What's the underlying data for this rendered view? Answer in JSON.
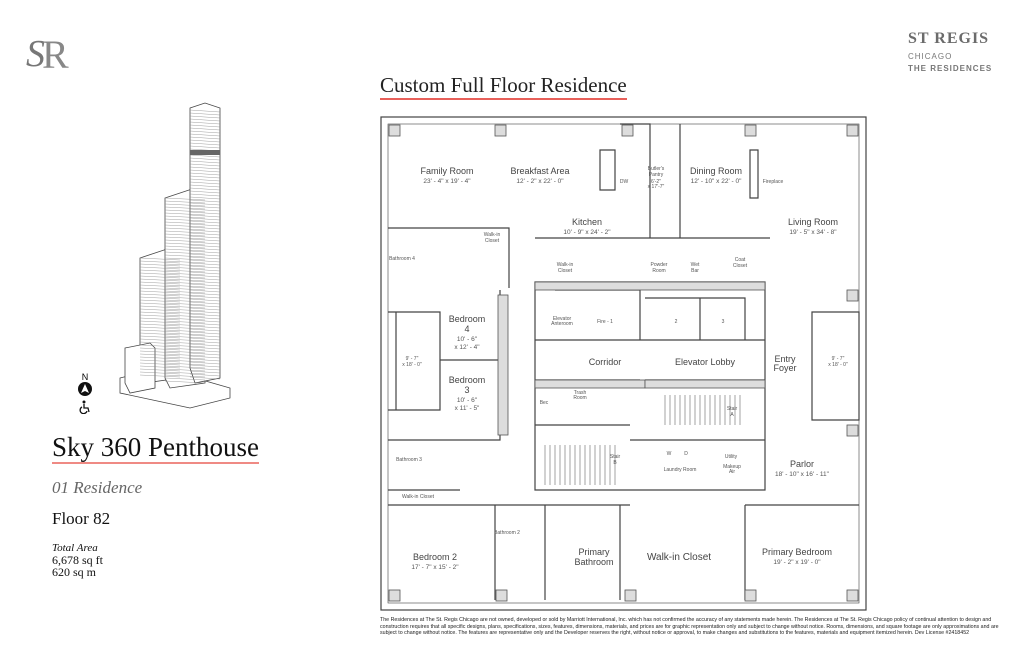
{
  "logo": {
    "monogram": "SR"
  },
  "brand": {
    "name": "ST REGIS",
    "city": "CHICAGO",
    "sub": "THE RESIDENCES"
  },
  "plan_title": "Custom Full Floor Residence",
  "unit": {
    "title": "Sky 360 Penthouse",
    "residence": "01 Residence",
    "floor": "Floor 82",
    "area_label": "Total Area",
    "area_sqft": "6,678 sq ft",
    "area_sqm": "620 sq m"
  },
  "compass": {
    "north": "N",
    "icon": "north-arrow-icon",
    "accessibility_icon": "wheelchair-icon"
  },
  "accent_color": "#e8605a",
  "rooms": {
    "family_room": {
      "name": "Family Room",
      "dims": "23' - 4\" x 19' - 4\""
    },
    "breakfast_area": {
      "name": "Breakfast Area",
      "dims": "12' - 2\" x 22' - 0\""
    },
    "butlers_pantry": {
      "name1": "Butler's",
      "name2": "Pantry",
      "dims1": "6'-2\"",
      "dims2": "x 17'-7\""
    },
    "dining_room": {
      "name": "Dining Room",
      "dims": "12' - 10\" x 22' - 0\""
    },
    "fireplace": "Fireplace",
    "dw": "DW",
    "kitchen": {
      "name": "Kitchen",
      "dims": "10' - 9\" x 24' - 2\""
    },
    "living_room": {
      "name": "Living Room",
      "dims": "19' - 5\" x 34' - 8\""
    },
    "walkin_bed4": {
      "l1": "Walk-in",
      "l2": "Closet"
    },
    "bathroom4": "Bathroom 4",
    "walkin_kitchen": {
      "l1": "Walk-in",
      "l2": "Closet"
    },
    "powder_room": {
      "l1": "Powder",
      "l2": "Room"
    },
    "wet_bar": {
      "l1": "Wet",
      "l2": "Bar"
    },
    "coat_closet": {
      "l1": "Coat",
      "l2": "Closet"
    },
    "bedroom4": {
      "l1": "Bedroom",
      "l2": "4",
      "d1": "10' - 6\"",
      "d2": "x 12' - 4\""
    },
    "elevator_anteroom": {
      "l1": "Elevator",
      "l2": "Anteroom"
    },
    "elevators": [
      "Fire - 1",
      "2",
      "3"
    ],
    "terrace_west": {
      "d1": "9' - 7\"",
      "d2": "x 18' - 0\""
    },
    "terrace_east": {
      "d1": "9' - 7\"",
      "d2": "x 18' - 0\""
    },
    "corridor": "Corridor",
    "elevator_lobby": "Elevator Lobby",
    "entry_foyer": {
      "l1": "Entry",
      "l2": "Foyer"
    },
    "bedroom3": {
      "l1": "Bedroom",
      "l2": "3",
      "d1": "10' - 6\"",
      "d2": "x 11' - 5\""
    },
    "bec": "Bec",
    "trash_room": {
      "l1": "Trash",
      "l2": "Room"
    },
    "stair_a": {
      "l1": "Stair",
      "l2": "A"
    },
    "stair_b": {
      "l1": "Stair",
      "l2": "B"
    },
    "bathroom3": "Bathroom 3",
    "laundry_room": "Laundry Room",
    "washer": "W",
    "dryer": "D",
    "utility": "Utility",
    "makeup_air": {
      "l1": "Makeup",
      "l2": "Air"
    },
    "parlor": {
      "name": "Parlor",
      "dims": "18' - 10\" x 16' - 11\""
    },
    "walkin_bed2": "Walk-in Closet",
    "bathroom2": "Bathroom 2",
    "bedroom2": {
      "name": "Bedroom 2",
      "dims": "17' - 7\" x 15' - 2\""
    },
    "primary_bathroom": {
      "l1": "Primary",
      "l2": "Bathroom"
    },
    "primary_walkin": "Walk-in Closet",
    "primary_bedroom": {
      "name": "Primary Bedroom",
      "dims": "19' - 2\" x 19' - 0\""
    }
  },
  "disclaimer": "The Residences at The St. Regis Chicago are not owned, developed or sold by Marriott International, Inc. which has not confirmed the accuracy of any statements made herein. The Residences at The St. Regis Chicago policy of continual attention to design and construction requires that all specific designs, plans, specifications, sizes, features, dimensions, materials, and prices are for graphic representation only and subject to change without notice. Rooms, dimensions, and square footage are only approximations and are subject to change without notice. The features are representative only and the Developer reserves the right, without notice or approval, to make changes and substitutions to the features, materials and equipment itemized herein. Dev License #2418452"
}
